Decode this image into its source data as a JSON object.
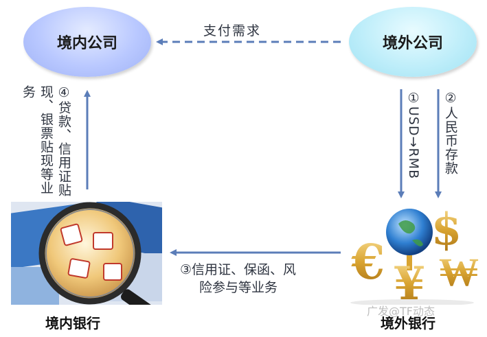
{
  "nodes": {
    "domestic_company": "境内公司",
    "foreign_company": "境外公司",
    "domestic_bank": "境内银行",
    "foreign_bank": "境外银行"
  },
  "edges": {
    "payment_demand": "支付需求",
    "step1": "①USD→RMB",
    "step2": "②人民币存款",
    "step3_line1": "③信用证、保函、风",
    "step3_line2": "险参与等业务",
    "step4": "④贷款、信用证贴现、银票贴现等业务"
  },
  "watermark": "广发@TF动态",
  "colors": {
    "arrow": "#5b7db8",
    "domestic_company_fill": "#b9c8ff",
    "foreign_company_fill": "#bfeefa"
  }
}
